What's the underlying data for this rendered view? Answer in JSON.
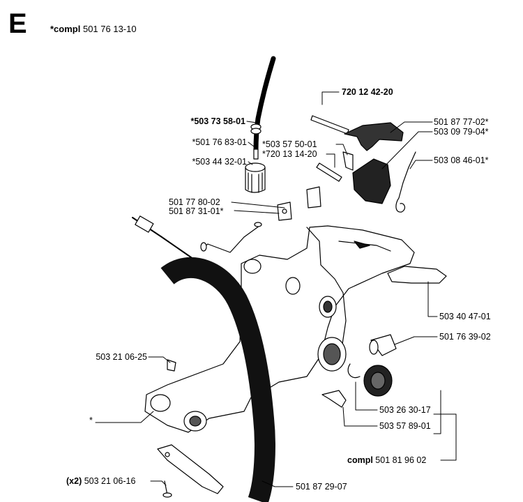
{
  "header": {
    "section": "E",
    "compl_prefix": "*compl",
    "compl_number": "501 76 13-10"
  },
  "parts": {
    "p1": {
      "prefix": "",
      "number": "720 12 42-20",
      "bold": true
    },
    "p2": {
      "prefix": "",
      "number": "*503 73 58-01",
      "bold": true
    },
    "p3": {
      "prefix": "",
      "number": "*501 76 83-01",
      "bold": false
    },
    "p4": {
      "prefix": "",
      "number": "*503 44 32-01",
      "bold": false
    },
    "p5": {
      "prefix": "",
      "number": "*503 57 50-01",
      "bold": false
    },
    "p6": {
      "prefix": "",
      "number": "*720 13 14-20",
      "bold": false
    },
    "p7": {
      "prefix": "",
      "number": "501 87 77-02*",
      "bold": false
    },
    "p8": {
      "prefix": "",
      "number": "503 09 79-04*",
      "bold": false
    },
    "p9": {
      "prefix": "",
      "number": "503 08 46-01*",
      "bold": false
    },
    "p10": {
      "prefix": "",
      "number": "501 77 80-02",
      "bold": false
    },
    "p11": {
      "prefix": "",
      "number": "501 87 31-01*",
      "bold": false
    },
    "p12": {
      "prefix": "",
      "number": "503 40 47-01",
      "bold": false
    },
    "p13": {
      "prefix": "",
      "number": "501 76 39-02",
      "bold": false
    },
    "p14": {
      "prefix": "",
      "number": "503 21 06-25",
      "bold": false
    },
    "p15": {
      "prefix": "",
      "number": "*",
      "bold": false
    },
    "p16": {
      "prefix": "",
      "number": "503 26 30-17",
      "bold": false
    },
    "p17": {
      "prefix": "",
      "number": "503 57 89-01",
      "bold": false
    },
    "p18": {
      "prefix": "compl",
      "number": "501 81 96 02",
      "bold": false
    },
    "p19": {
      "prefix": "(x2)",
      "number": "503 21 06-16",
      "bold": false
    },
    "p20": {
      "prefix": "",
      "number": "501 87 29-07",
      "bold": false
    }
  }
}
